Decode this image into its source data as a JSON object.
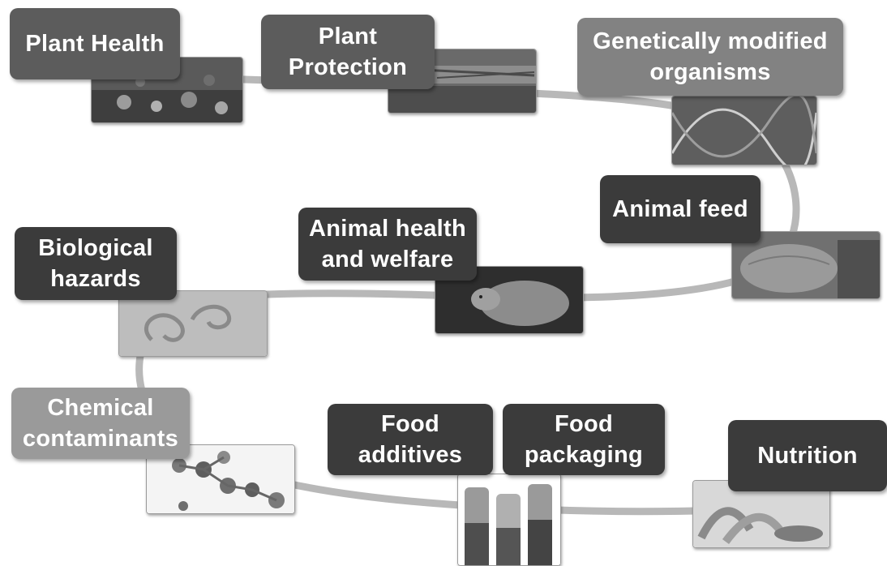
{
  "topics": [
    {
      "id": "plant-health",
      "label": "Plant Health"
    },
    {
      "id": "plant-protection",
      "label": "Plant\nProtection"
    },
    {
      "id": "gmo",
      "label": "Genetically modified\norganisms"
    },
    {
      "id": "animal-feed",
      "label": "Animal feed"
    },
    {
      "id": "animal-health",
      "label": "Animal health\nand welfare"
    },
    {
      "id": "biological-hazards",
      "label": "Biological\nhazards"
    },
    {
      "id": "chemical-contaminants",
      "label": "Chemical\ncontaminants"
    },
    {
      "id": "food-additives",
      "label": "Food\nadditives"
    },
    {
      "id": "food-packaging",
      "label": "Food\npackaging"
    },
    {
      "id": "nutrition",
      "label": "Nutrition"
    }
  ],
  "colors": {
    "path": "#b4b4b4",
    "label_dark": "#3b3b3b",
    "label_mid": "#5c5c5c",
    "label_light": "#828282",
    "label_lighter": "#9a9a9a"
  }
}
